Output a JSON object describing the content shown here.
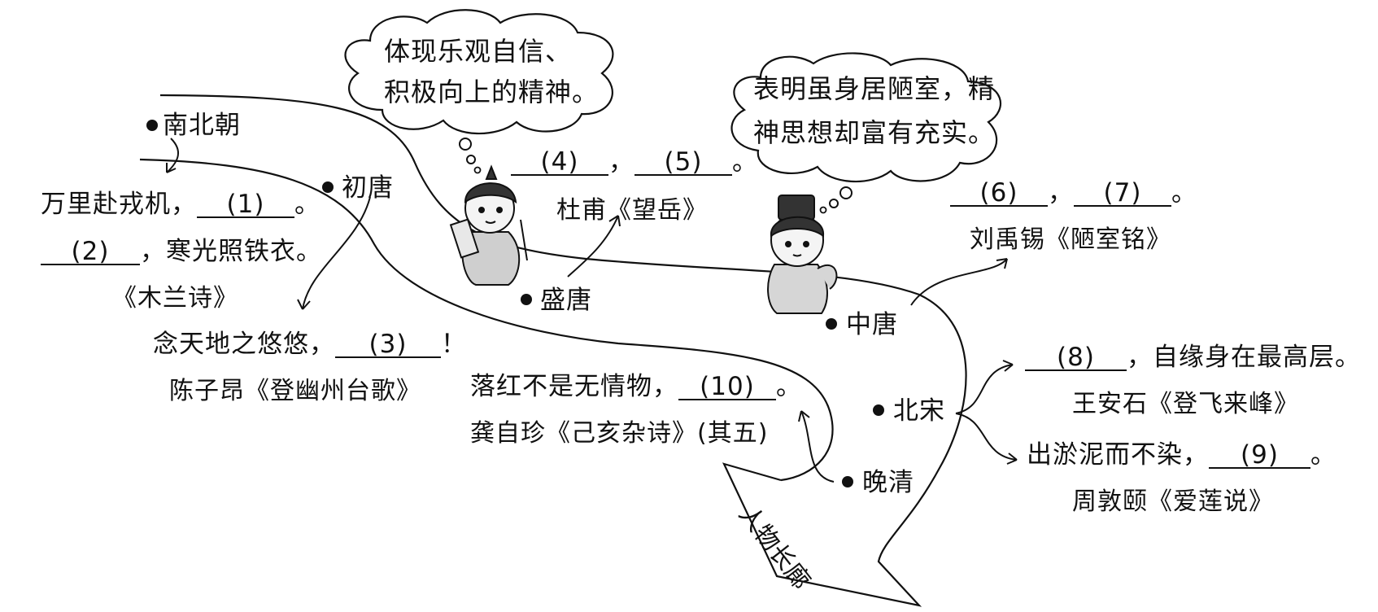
{
  "periods": {
    "nanbeichao": "南北朝",
    "chutang": "初唐",
    "shengtang": "盛唐",
    "zhongtang": "中唐",
    "beisong": "北宋",
    "wanqing": "晚清"
  },
  "poems": {
    "mulan": {
      "line1_pre": "万里赴戎机，",
      "blank1": "(1)",
      "line1_post": "。",
      "blank2": "(2)",
      "line2_post": "，寒光照铁衣。",
      "source": "《木兰诗》"
    },
    "youzhou": {
      "line_pre": "念天地之悠悠，",
      "blank": "(3)",
      "line_post": "！",
      "source": "陈子昂《登幽州台歌》"
    },
    "wangyue": {
      "blank_a": "(4)",
      "sep": "，",
      "blank_b": "(5)",
      "end": "。",
      "source": "杜甫《望岳》"
    },
    "loushi": {
      "blank_a": "(6)",
      "sep": "，",
      "blank_b": "(7)",
      "end": "。",
      "source": "刘禹锡《陋室铭》"
    },
    "feilaifeng": {
      "blank": "(8)",
      "line_post": "，自缘身在最高层。",
      "source": "王安石《登飞来峰》"
    },
    "ailian": {
      "line_pre": "出淤泥而不染，",
      "blank": "(9)",
      "line_post": "。",
      "source": "周敦颐《爱莲说》"
    },
    "jihai": {
      "line_pre": "落红不是无情物，",
      "blank": "(10)",
      "line_post": "。",
      "source": "龚自珍《己亥杂诗》(其五)"
    }
  },
  "bubbles": {
    "left": {
      "line1": "体现乐观自信、",
      "line2": "积极向上的精神。"
    },
    "right": {
      "line1": "表明虽身居陋室，精",
      "line2": "神思想却富有充实。"
    }
  },
  "arrow_label": "人物长廊"
}
